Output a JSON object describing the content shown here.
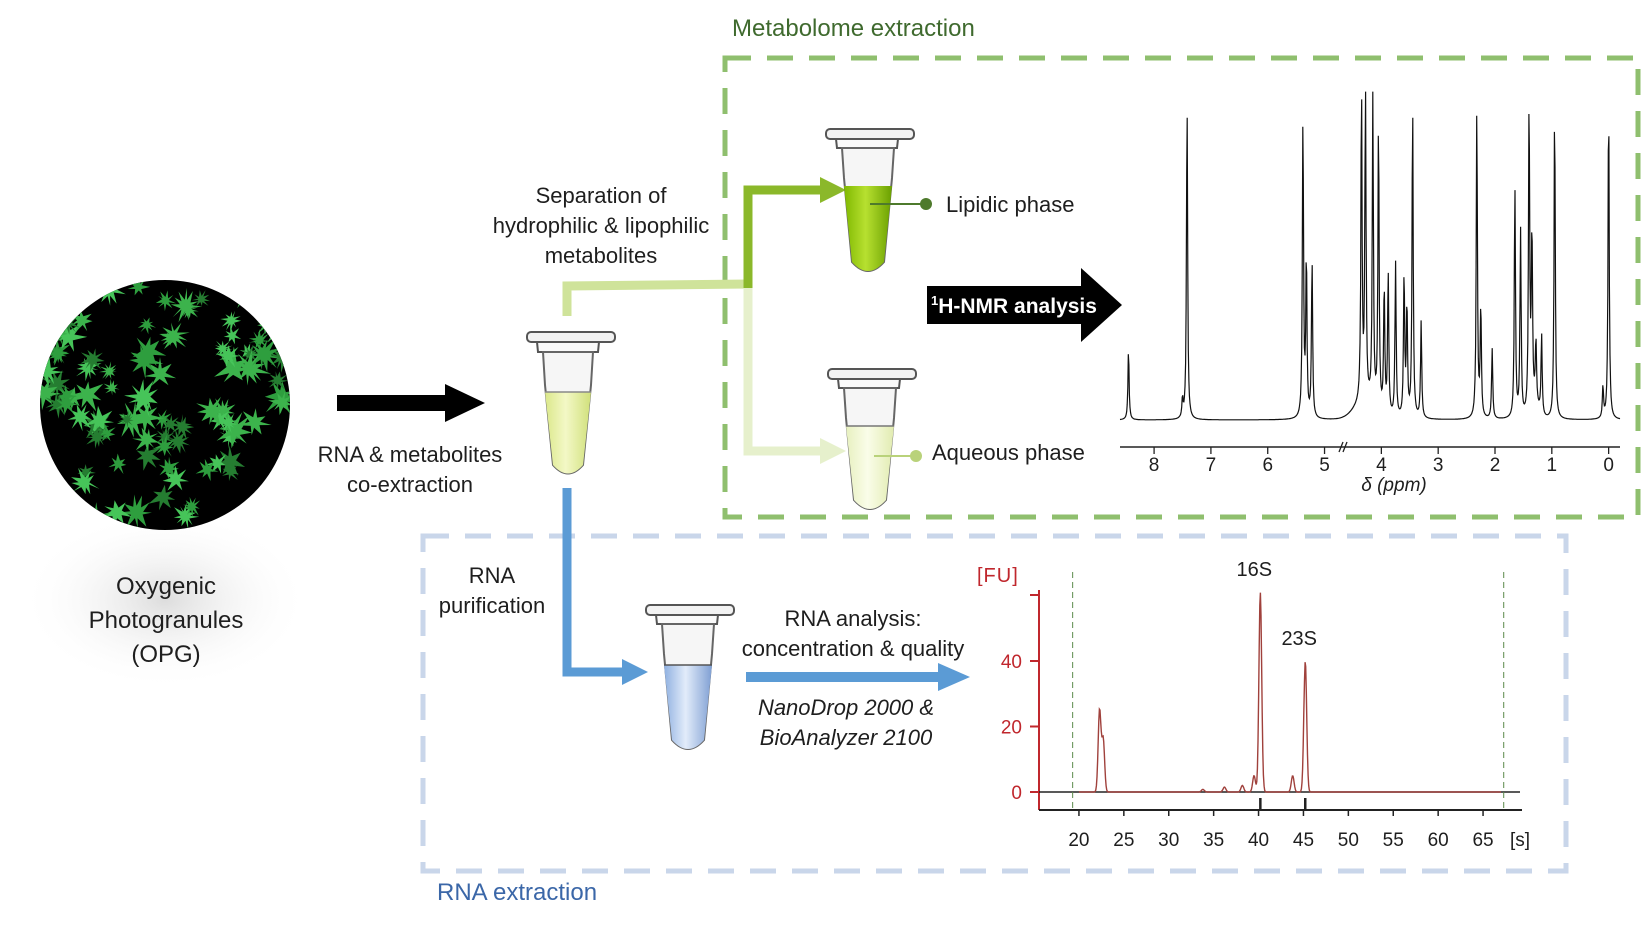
{
  "boxes": {
    "metabolome_title": "Metabolome extraction",
    "rna_title": "RNA extraction"
  },
  "opg": {
    "label_lines": [
      "Oxygenic",
      "Photogranules",
      "(OPG)"
    ]
  },
  "labels": {
    "coextraction": [
      "RNA & metabolites",
      "co-extraction"
    ],
    "separation": [
      "Separation of",
      "hydrophilic & lipophilic",
      "metabolites"
    ],
    "lipidic_phase": "Lipidic phase",
    "aqueous_phase": "Aqueous phase",
    "nmr_arrow_sup": "1",
    "nmr_arrow": "H-NMR analysis",
    "rna_purification": [
      "RNA",
      "purification"
    ],
    "rna_analysis": [
      "RNA analysis:",
      "concentration & quality"
    ],
    "instruments": [
      "NanoDrop 2000 &",
      "BioAnalyzer 2100"
    ]
  },
  "colors": {
    "green_box": "#8fbf6e",
    "blue_box": "#c9d6ea",
    "green_dark": "#8bb82a",
    "green_light": "#cfe39a",
    "green_pale": "#e6f0cc",
    "blue_arrow": "#5b9bd5",
    "electro_red": "#c0272d",
    "electro_trace": "#a0413c"
  },
  "chart_data": [
    {
      "type": "line",
      "title": "",
      "xlabel": "δ (ppm)",
      "ylabel": "",
      "x_ticks": [
        8,
        7,
        6,
        5,
        4,
        3,
        2,
        1,
        0
      ],
      "xlim": [
        8.6,
        -0.2
      ],
      "x_reversed": true,
      "axis_break": true,
      "peaks": [
        {
          "ppm": 8.45,
          "height": 0.22
        },
        {
          "ppm": 7.42,
          "height": 1.0
        },
        {
          "ppm": 7.5,
          "height": 0.06
        },
        {
          "ppm": 5.38,
          "height": 0.95
        },
        {
          "ppm": 5.32,
          "height": 0.5
        },
        {
          "ppm": 5.22,
          "height": 0.5
        },
        {
          "ppm": 4.35,
          "height": 0.98
        },
        {
          "ppm": 4.28,
          "height": 0.98
        },
        {
          "ppm": 4.15,
          "height": 0.97
        },
        {
          "ppm": 4.05,
          "height": 0.9
        },
        {
          "ppm": 3.95,
          "height": 0.4
        },
        {
          "ppm": 3.88,
          "height": 0.45
        },
        {
          "ppm": 3.75,
          "height": 0.48
        },
        {
          "ppm": 3.6,
          "height": 0.45
        },
        {
          "ppm": 3.55,
          "height": 0.35
        },
        {
          "ppm": 3.45,
          "height": 0.98
        },
        {
          "ppm": 3.3,
          "height": 0.3
        },
        {
          "ppm": 2.32,
          "height": 0.98
        },
        {
          "ppm": 2.25,
          "height": 0.35
        },
        {
          "ppm": 2.05,
          "height": 0.22
        },
        {
          "ppm": 1.65,
          "height": 0.72
        },
        {
          "ppm": 1.55,
          "height": 0.58
        },
        {
          "ppm": 1.4,
          "height": 0.98
        },
        {
          "ppm": 1.35,
          "height": 0.55
        },
        {
          "ppm": 1.28,
          "height": 0.2
        },
        {
          "ppm": 1.18,
          "height": 0.25
        },
        {
          "ppm": 0.95,
          "height": 0.98
        },
        {
          "ppm": 0.1,
          "height": 0.1
        },
        {
          "ppm": 0.0,
          "height": 1.0
        }
      ]
    },
    {
      "type": "line",
      "title": "",
      "xlabel": "[s]",
      "ylabel": "[FU]",
      "x_ticks": [
        20,
        25,
        30,
        35,
        40,
        45,
        50,
        55,
        60,
        65
      ],
      "y_ticks": [
        0,
        20,
        40
      ],
      "xlim": [
        17,
        68
      ],
      "ylim": [
        -5,
        62
      ],
      "annotations": [
        {
          "label": "16S",
          "x": 40.2,
          "y": 61
        },
        {
          "label": "23S",
          "x": 45.2,
          "y": 40
        }
      ],
      "peaks": [
        {
          "x": 22.3,
          "y": 25
        },
        {
          "x": 22.7,
          "y": 16
        },
        {
          "x": 33.8,
          "y": 0.8
        },
        {
          "x": 36.2,
          "y": 1.5
        },
        {
          "x": 38.2,
          "y": 2
        },
        {
          "x": 39.5,
          "y": 5
        },
        {
          "x": 40.2,
          "y": 61
        },
        {
          "x": 43.8,
          "y": 5
        },
        {
          "x": 45.2,
          "y": 40
        }
      ],
      "markers_x": [
        19.3,
        67.3
      ]
    }
  ]
}
